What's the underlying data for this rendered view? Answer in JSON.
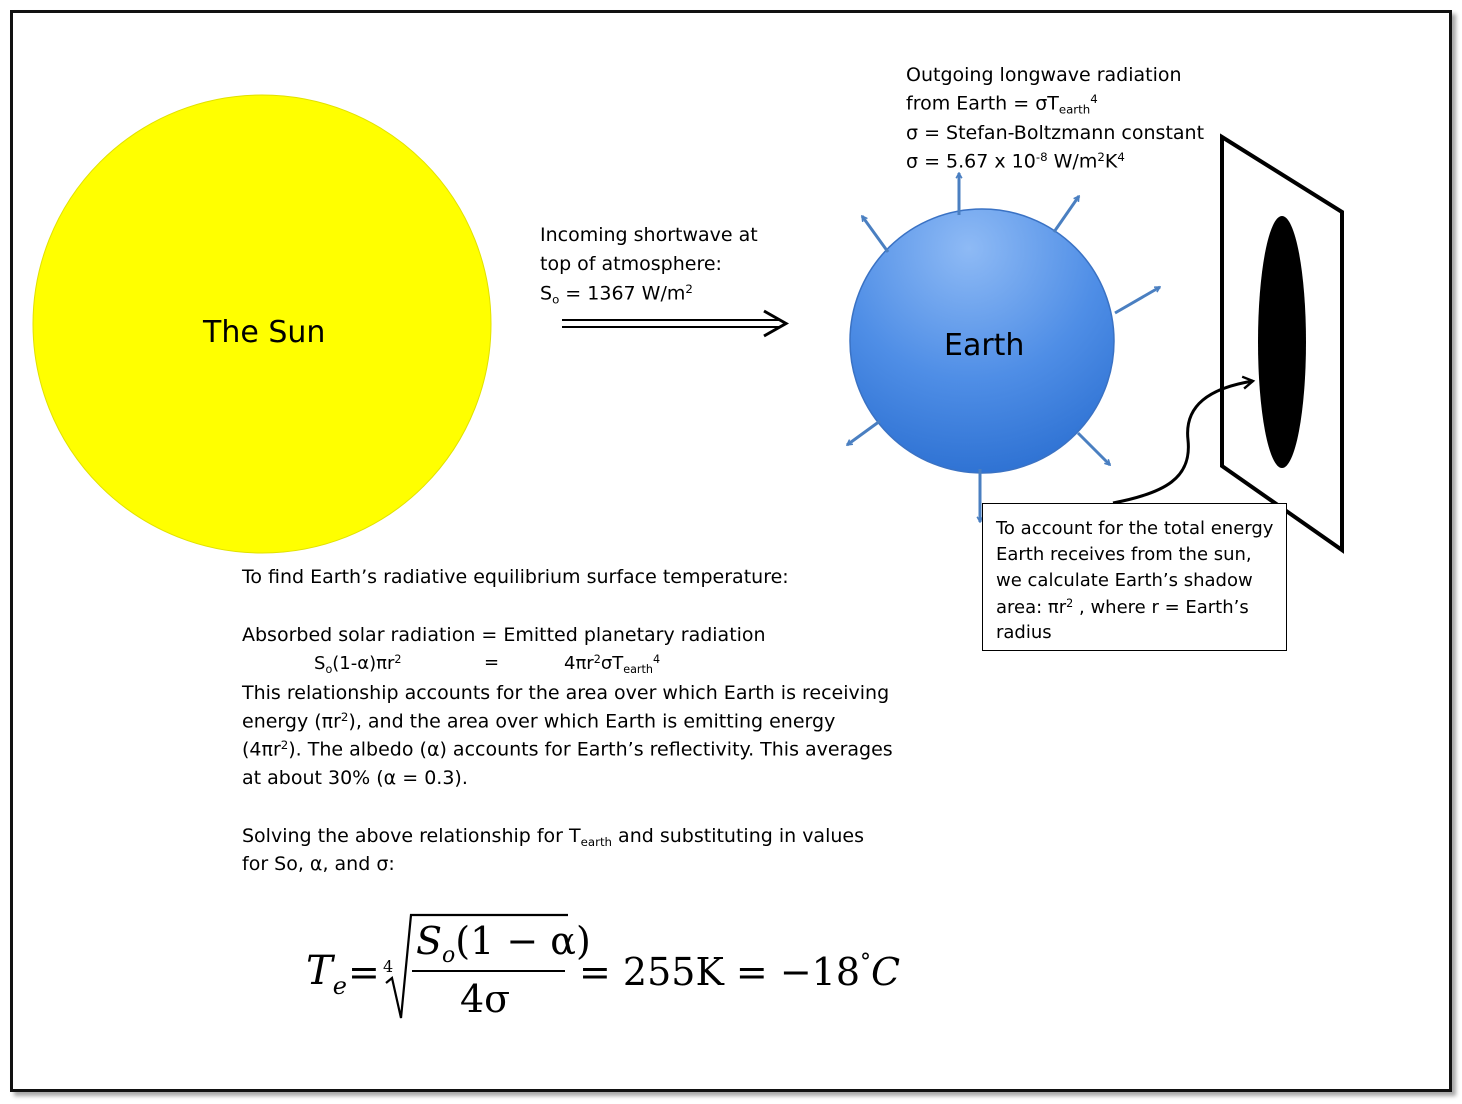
{
  "sun": {
    "label": "The Sun",
    "color": "#ffff00"
  },
  "earth": {
    "label": "Earth",
    "color": "#4f8ee6"
  },
  "arrow_color": "#4a7fc1",
  "incoming": {
    "line1": "Incoming shortwave at",
    "line2": "top of atmosphere:",
    "s_symbol": "S",
    "s_sub": "o",
    "s_value": " = 1367 W/m",
    "s_sup": "2"
  },
  "outgoing": {
    "line1": "Outgoing longwave radiation",
    "line2_pre": "from Earth = σT",
    "line2_sub": "earth",
    "line2_sup": "4",
    "line3": "σ = Stefan-Boltzmann constant",
    "line4_pre": "σ = 5.67 x 10",
    "line4_sup1": "-8",
    "line4_mid": " W/m",
    "line4_sup2": "2",
    "line4_k": "K",
    "line4_sup3": "4"
  },
  "shadow_note": {
    "line1": "To account for the total energy",
    "line2": "Earth receives from the sun,",
    "line3": "we calculate Earth’s shadow",
    "line4_pre": "area: πr",
    "line4_sup": "2",
    "line4_post": " , where r = Earth’s",
    "line5": "radius"
  },
  "explanation": {
    "intro": "To find Earth’s radiative equilibrium surface temperature:",
    "balance": "Absorbed solar radiation = Emitted planetary radiation",
    "eq_left_pre": "S",
    "eq_left_sub": "o",
    "eq_left_mid": "(1-α)πr",
    "eq_left_sup": "2",
    "eq_equals": "=",
    "eq_right_pre": "4πr",
    "eq_right_sup": "2",
    "eq_right_mid": "σT",
    "eq_right_sub": "earth",
    "eq_right_sup2": "4",
    "para1_line1": "This relationship accounts for the area over which Earth is receiving",
    "para1_line2_pre": "energy (πr",
    "para1_line2_sup": "2",
    "para1_line2_post": "), and the area over which Earth is emitting energy",
    "para1_line3_pre": "(4πr",
    "para1_line3_sup": "2",
    "para1_line3_post": "). The albedo (α) accounts for Earth’s reflectivity. This averages",
    "para1_line4": "at about 30% (α = 0.3).",
    "solve_line1_pre": "Solving the above relationship for T",
    "solve_line1_sub": "earth",
    "solve_line1_post": " and substituting in values",
    "solve_line2": "for So, α, and σ:"
  },
  "formula": {
    "lhs": "T",
    "lhs_sub": "e",
    "eq": "=",
    "root_index": "4",
    "numerator_s": "S",
    "numerator_sub": "o",
    "numerator_rest": "(1 − α)",
    "denominator": "4σ",
    "result": "= 255K = −18",
    "degree": "°",
    "unit": "C"
  }
}
